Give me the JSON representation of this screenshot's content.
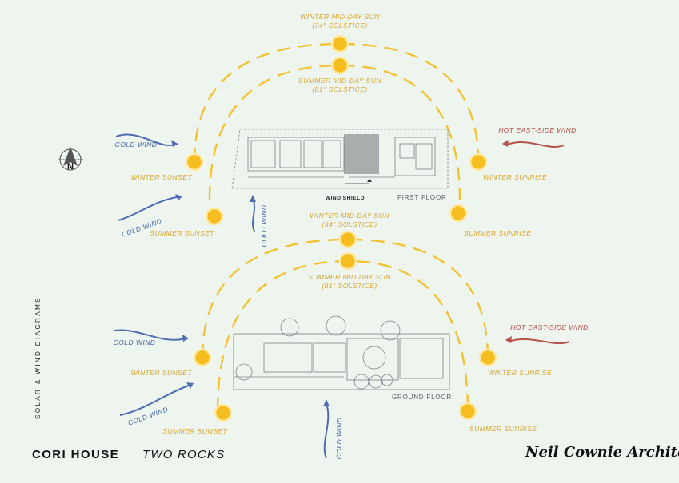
{
  "title": {
    "project": "CORI HOUSE",
    "location": "TWO ROCKS",
    "side_label": "SOLAR & WIND DIAGRAMS",
    "architect": "Neil Cownie Architect"
  },
  "compass": {
    "north_letter": "N"
  },
  "diagrams": [
    {
      "floor_label": "FIRST FLOOR",
      "wind_shield_label": "WIND SHIELD",
      "winter_midday": [
        "WINTER MID-DAY SUN",
        "(34° SOLSTICE)"
      ],
      "summer_midday": [
        "SUMMER MID-DAY SUN",
        "(81° SOLSTICE)"
      ],
      "winter_sunset": "WINTER SUNSET",
      "summer_sunset": "SUMMER SUNSET",
      "winter_sunrise": "WINTER SUNRISE",
      "summer_sunrise": "SUMMER SUNRISE",
      "cold_wind_1": "COLD WIND",
      "cold_wind_2": "COLD WIND",
      "cold_wind_3": "COLD WIND",
      "hot_wind": "HOT EAST-SIDE WIND"
    },
    {
      "floor_label": "GROUND FLOOR",
      "winter_midday": [
        "WINTER MID-DAY SUN",
        "(34° SOLSTICE)"
      ],
      "summer_midday": [
        "SUMMER MID-DAY SUN",
        "(81° SOLSTICE)"
      ],
      "winter_sunset": "WINTER SUNSET",
      "summer_sunset": "SUMMER SUNSET",
      "winter_sunrise": "WINTER SUNRISE",
      "summer_sunrise": "SUMMER SUNRISE",
      "cold_wind_1": "COLD WIND",
      "cold_wind_2": "COLD WIND",
      "cold_wind_3": "COLD WIND",
      "hot_wind": "HOT EAST-SIDE WIND"
    }
  ],
  "colors": {
    "background": "#eef5ef",
    "sun": "#f5bd1f",
    "sun_path": "#f1c232",
    "sun_label": "#d8a52c",
    "cold_wind": "#4e6cb1",
    "hot_wind": "#b5524a"
  }
}
